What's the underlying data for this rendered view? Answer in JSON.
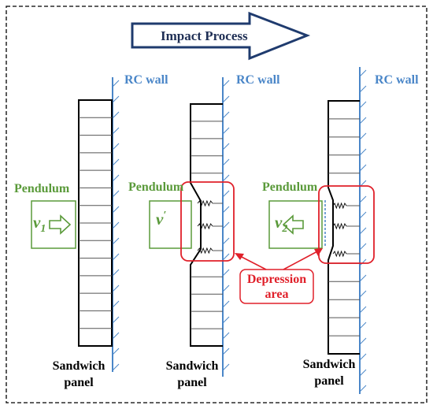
{
  "title": "Impact Process",
  "wall_label": "RC wall",
  "pendulum_label": "Pendulum",
  "panel_label_line1": "Sandwich",
  "panel_label_line2": "panel",
  "depression_line1": "Depression",
  "depression_line2": "area",
  "velocities": {
    "v1": {
      "symbol": "v",
      "sub": "1"
    },
    "v_prime": {
      "symbol": "v",
      "sup": "′"
    },
    "v2": {
      "symbol": "v",
      "sub": "2"
    }
  },
  "colors": {
    "wall": "#4a86c8",
    "pendulum": "#5a9a3a",
    "depression": "#e0202a",
    "arrow": "#1f3b6e"
  },
  "icons": [
    "hollow-right-arrow-icon",
    "hollow-left-arrow-icon",
    "spring-icon"
  ]
}
